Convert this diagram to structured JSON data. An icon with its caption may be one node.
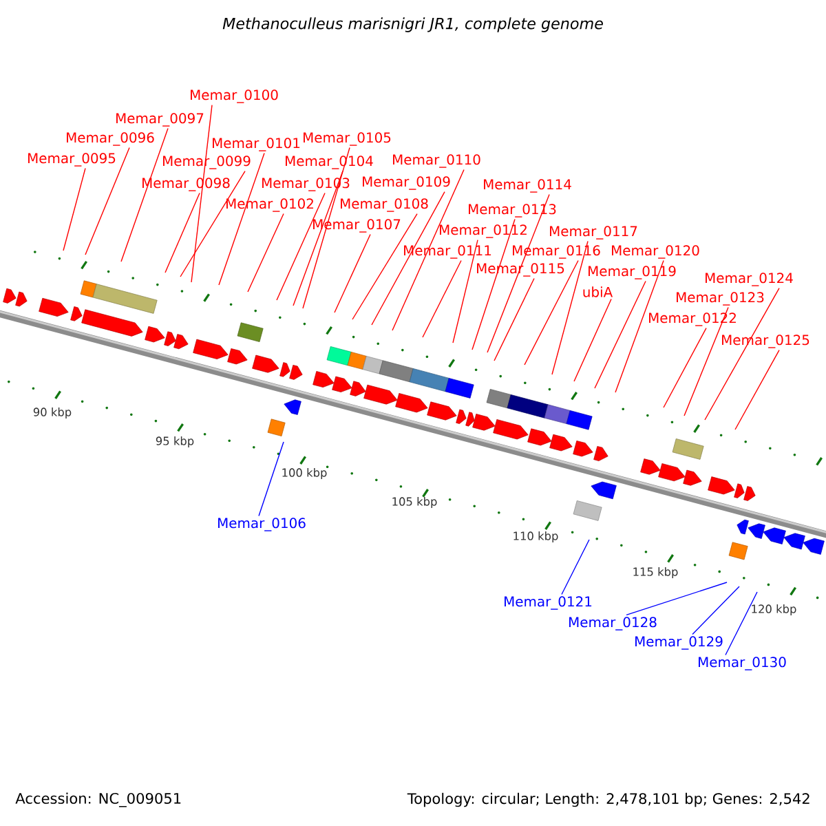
{
  "diagram": {
    "title": "*Methanoculleus marisnigri JR1, complete genome*",
    "nodes": [
      {
        "text": [
          "Memar_0095"
        ]
      },
      {
        "text": [
          "Memar_0096"
        ]
      },
      {
        "text": [
          "Memar_0097"
        ]
      },
      {
        "text": [
          "Memar_0098"
        ]
      },
      {
        "text": [
          "Memar_0099"
        ]
      },
      {
        "text": [
          "Memar_0100"
        ]
      },
      {
        "text": [
          "Memar_0101"
        ]
      },
      {
        "text": [
          "Memar_0102"
        ]
      },
      {
        "text": [
          "Memar_0103"
        ]
      },
      {
        "text": [
          "Memar_0104"
        ]
      },
      {
        "text": [
          "Memar_0105"
        ]
      },
      {
        "text": [
          "Memar_0106"
        ]
      },
      {
        "text": [
          "Memar_0107"
        ]
      },
      {
        "text": [
          "Memar_0108"
        ]
      },
      {
        "text": [
          "Memar_0109"
        ]
      },
      {
        "text": [
          "Memar_0110"
        ]
      },
      {
        "text": [
          "Memar_0111"
        ]
      },
      {
        "text": [
          "Memar_0112"
        ]
      },
      {
        "text": [
          "Memar_0113"
        ]
      },
      {
        "text": [
          "Memar_0114"
        ]
      },
      {
        "text": [
          "Memar_0115"
        ]
      },
      {
        "text": [
          "Memar_0116"
        ]
      },
      {
        "text": [
          "Memar_0117"
        ]
      },
      {
        "text": [
          "ubiA"
        ]
      },
      {
        "text": [
          "Memar_0119"
        ]
      },
      {
        "text": [
          "Memar_0120"
        ]
      },
      {
        "text": [
          "Memar_0121"
        ]
      },
      {
        "text": [
          "Memar_0122"
        ]
      },
      {
        "text": [
          "Memar_0123"
        ]
      },
      {
        "text": [
          "Memar_0124"
        ]
      },
      {
        "text": [
          "Memar_0125"
        ]
      },
      {
        "text": [
          "Memar_0128"
        ]
      },
      {
        "text": [
          "Memar_0129"
        ]
      },
      {
        "text": [
          "Memar_0130"
        ]
      }
    ],
    "edges": [
      {
        "from": 0,
        "to": null,
        "arrow": "none"
      },
      {
        "from": 1,
        "to": null,
        "arrow": "none"
      },
      {
        "from": 2,
        "to": null,
        "arrow": "none"
      },
      {
        "from": 3,
        "to": null,
        "arrow": "none"
      },
      {
        "from": 4,
        "to": null,
        "arrow": "none"
      },
      {
        "from": 5,
        "to": null,
        "arrow": "none"
      },
      {
        "from": 6,
        "to": null,
        "arrow": "none"
      },
      {
        "from": 7,
        "to": null,
        "arrow": "none"
      },
      {
        "from": 8,
        "to": null,
        "arrow": "none"
      },
      {
        "from": 9,
        "to": null,
        "arrow": "none"
      },
      {
        "from": 10,
        "to": null,
        "arrow": "none"
      },
      {
        "from": 11,
        "to": null,
        "arrow": "none",
        "color": "#0000ff"
      },
      {
        "from": 12,
        "to": null,
        "arrow": "none"
      },
      {
        "from": 13,
        "to": null,
        "arrow": "none"
      },
      {
        "from": 14,
        "to": null,
        "arrow": "none"
      },
      {
        "from": 15,
        "to": null,
        "arrow": "none"
      },
      {
        "from": 16,
        "to": null,
        "arrow": "none"
      },
      {
        "from": 17,
        "to": null,
        "arrow": "none"
      },
      {
        "from": 18,
        "to": null,
        "arrow": "none"
      },
      {
        "from": 19,
        "to": null,
        "arrow": "none"
      },
      {
        "from": 20,
        "to": null,
        "arrow": "none"
      },
      {
        "from": 21,
        "to": null,
        "arrow": "none"
      },
      {
        "from": 22,
        "to": null,
        "arrow": "none"
      },
      {
        "from": 23,
        "to": null,
        "arrow": "none"
      },
      {
        "from": 24,
        "to": null,
        "arrow": "none"
      },
      {
        "from": 25,
        "to": null,
        "arrow": "none"
      },
      {
        "from": 26,
        "to": null,
        "arrow": "none",
        "color": "#0000ff"
      },
      {
        "from": 27,
        "to": null,
        "arrow": "none"
      },
      {
        "from": 28,
        "to": null,
        "arrow": "none"
      },
      {
        "from": 29,
        "to": null,
        "arrow": "none"
      },
      {
        "from": 30,
        "to": null,
        "arrow": "none"
      },
      {
        "from": 31,
        "to": null,
        "arrow": "none",
        "color": "#0000ff"
      },
      {
        "from": 32,
        "to": null,
        "arrow": "none",
        "color": "#0000ff"
      },
      {
        "from": 33,
        "to": null,
        "arrow": "none",
        "color": "#0000ff"
      }
    ],
    "labels": [
      "90 kbp",
      "95 kbp",
      "100 kbp",
      "105 kbp",
      "110 kbp",
      "115 kbp",
      "120 kbp",
      "Accession: NC_009051",
      "Topology: circular; Length: 2,478,101 bp; Genes: 2,542"
    ]
  }
}
